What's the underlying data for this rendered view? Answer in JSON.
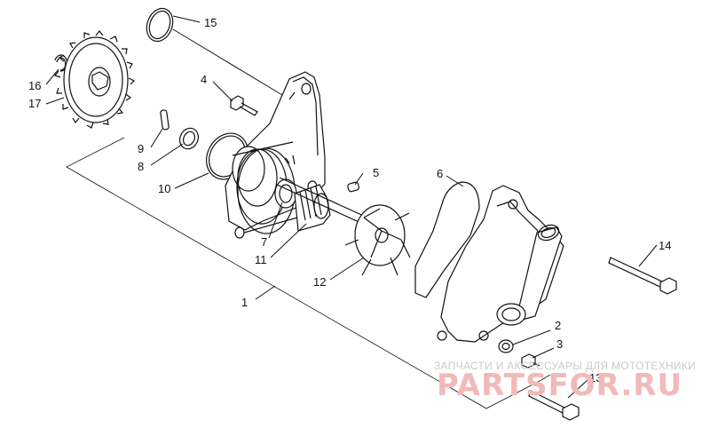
{
  "callouts": {
    "c1": "1",
    "c2": "2",
    "c3": "3",
    "c4": "4",
    "c5": "5",
    "c6": "6",
    "c7": "7",
    "c8": "8",
    "c9": "9",
    "c10": "10",
    "c11": "11",
    "c12": "12",
    "c13": "13",
    "c14": "14",
    "c15": "15",
    "c16": "16",
    "c17": "17"
  },
  "watermark": {
    "tagline": "ЗАПЧАСТИ И АКСЕССУАРЫ ДЛЯ МОТОТЕХНИКИ",
    "logo": "PARTSFOR.RU"
  },
  "colors": {
    "line": "#111111",
    "watermark_logo": "#f2b9b9",
    "watermark_text": "#c9c9c9"
  }
}
